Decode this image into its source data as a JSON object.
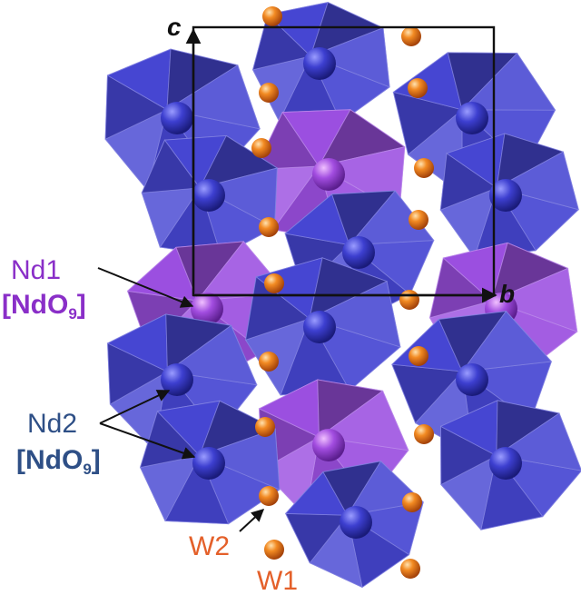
{
  "axes": {
    "c_label": "c",
    "b_label": "b"
  },
  "labels": {
    "nd1_site": "Nd1",
    "nd1_formula_prefix": "[NdO",
    "nd1_formula_sub": "9",
    "nd1_formula_suffix": "]",
    "nd2_site": "Nd2",
    "nd2_formula_prefix": "[NdO",
    "nd2_formula_sub": "9",
    "nd2_formula_suffix": "]",
    "w2": "W2",
    "w1": "W1"
  },
  "colors": {
    "nd1_polyhedron": "#9b4fe0",
    "nd2_polyhedron": "#4646d2",
    "water_oxygen": "#e8701a",
    "nd1_label": "#8a2fc8",
    "nd2_label": "#2e4f86",
    "water_label": "#e4602a",
    "axis": "#111111"
  }
}
